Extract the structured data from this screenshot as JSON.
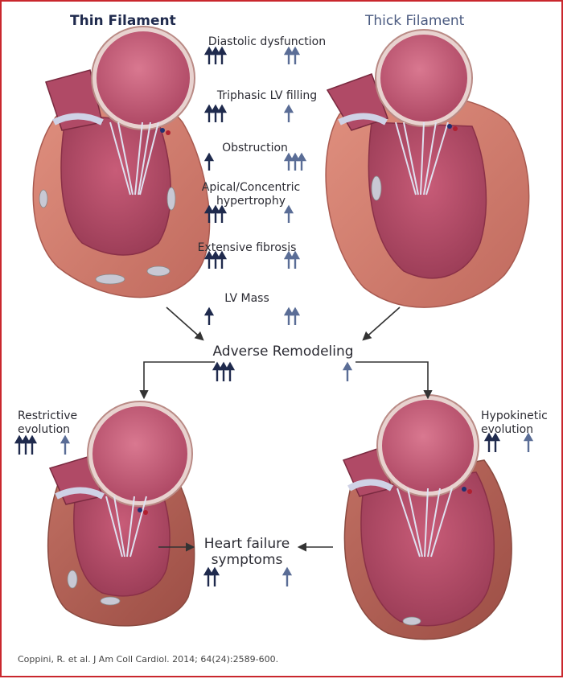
{
  "headers": {
    "thin": "Thin Filament",
    "thick": "Thick Filament"
  },
  "features": [
    {
      "label": "Diastolic dysfunction",
      "thin_arrows": 3,
      "thick_arrows": 2
    },
    {
      "label": "Triphasic LV filling",
      "thin_arrows": 3,
      "thick_arrows": 1
    },
    {
      "label": "Obstruction",
      "thin_arrows": 1,
      "thick_arrows": 3
    },
    {
      "label": "Apical/Concentric\nhypertrophy",
      "thin_arrows": 3,
      "thick_arrows": 1
    },
    {
      "label": "Extensive fibrosis",
      "thin_arrows": 3,
      "thick_arrows": 2
    },
    {
      "label": "LV Mass",
      "thin_arrows": 1,
      "thick_arrows": 2
    }
  ],
  "remodeling": {
    "label": "Adverse Remodeling",
    "thin_arrows": 3,
    "thick_arrows": 1
  },
  "restrictive": {
    "label": "Restrictive\nevolution",
    "thin_arrows": 3,
    "thick_arrows": 1
  },
  "hypokinetic": {
    "label": "Hypokinetic\nevolution",
    "thin_arrows": 2,
    "thick_arrows": 1
  },
  "heart_failure": {
    "label": "Heart failure\nsymptoms",
    "thin_arrows": 2,
    "thick_arrows": 1
  },
  "citation": "Coppini, R. et al. J Am Coll Cardiol. 2014; 64(24):2589-600.",
  "colors": {
    "thin_arrow": "#1f2a4d",
    "thick_arrow": "#5a6d96",
    "frame": "#c9272d",
    "myocardium": "#c9776b",
    "chamber": "#b5506a",
    "atrium": "#c86077"
  }
}
